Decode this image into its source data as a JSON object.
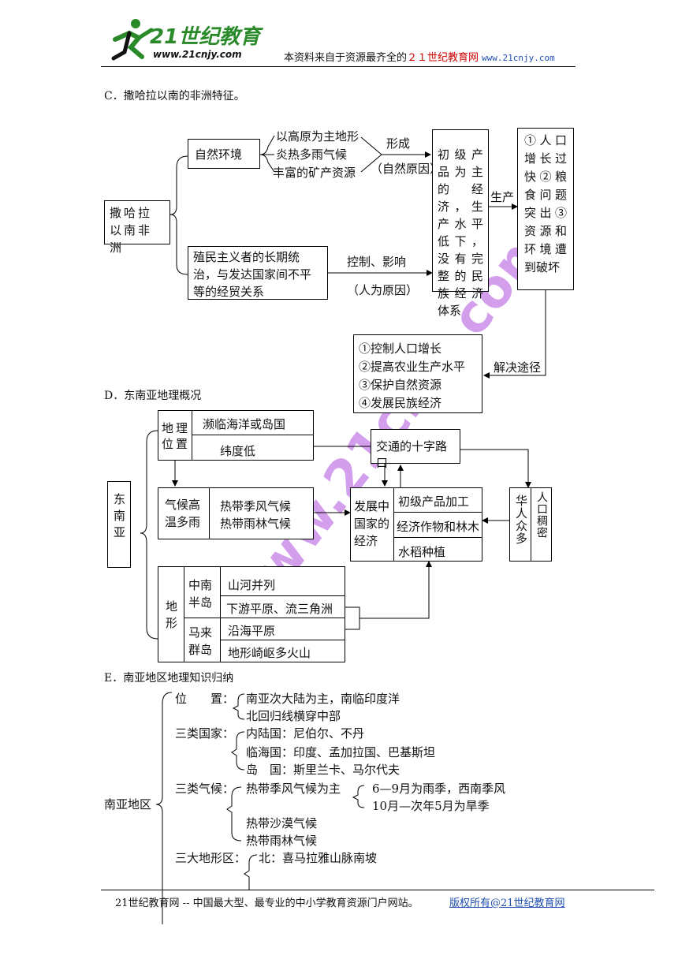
{
  "header": {
    "logo_text": "21世纪教育",
    "logo_url_text": "www.21cnjy.com",
    "note_prefix": "本资料来自于资源最齐全的",
    "note_brand": "２１世纪教育网",
    "note_url": "www.21cnjy.com"
  },
  "watermark": "www.21cnjy.com",
  "sectionC": {
    "title": "C．撒哈拉以南的非洲特征。",
    "root": "撒哈拉以南非洲",
    "natural_env": "自然环境",
    "nat_items": [
      "以高原为主地形",
      "炎热多雨气候",
      "丰富的矿产资源"
    ],
    "form_label": "形成",
    "natural_cause": "（自然原因）",
    "colonial": "殖民主义者的长期统治，与发达国家间不平等的经贸关系",
    "control_label": "控制、影响",
    "human_cause": "（人为原因）",
    "economy": "初级产品为主的经济，生产水平低下，没有完整的民族经济体系",
    "produce_label": "生产",
    "problems": "①人口增长过快②粮食问题突出③资源和环境遭到破坏",
    "solve_label": "解决途径",
    "solutions": [
      "①控制人口增长",
      "②提高农业生产水平",
      "③保护自然资源",
      "④发展民族经济"
    ]
  },
  "sectionD": {
    "title": "D．东南亚地理概况",
    "root": "东南亚",
    "geo_pos_label": "地理位置",
    "geo_pos_items": [
      "濒临海洋或岛国",
      "纬度低"
    ],
    "crossroads": "交通的十字路口",
    "climate_label": "气候高温多雨",
    "climate_items": [
      "热带季风气候",
      "热带雨林气候"
    ],
    "dev_label": "发展中国家的经济",
    "econ_items": [
      "初级产品加工",
      "经济作物和林木",
      "水稻种植"
    ],
    "chinese_label": "华人众多",
    "population_label": "人口稠密",
    "terrain_label": "地形",
    "indochina_label": "中南半岛",
    "indochina_items": [
      "山河并列",
      "下游平原、流三角洲"
    ],
    "malay_label": "马来群岛",
    "malay_items": [
      "沿海平原",
      "地形崎岖多火山"
    ]
  },
  "sectionE": {
    "title": "E．南亚地区地理知识归纳",
    "root": "南亚地区",
    "position_label": "位　　置：",
    "position_items": [
      "南亚次大陆为主，南临印度洋",
      "北回归线横穿中部"
    ],
    "countries_label": "三类国家：",
    "countries_items": [
      "内陆国：尼伯尔、不丹",
      "临海国：印度、孟加拉国、巴基斯坦",
      "岛　国：斯里兰卡、马尔代夫"
    ],
    "climate_label": "三类气候：",
    "climate_main": "热带季风气候为主",
    "monsoon_items": [
      "6—9月为雨季，西南季风",
      "10月—次年5月为旱季"
    ],
    "climate_others": [
      "热带沙漠气候",
      "热带雨林气候"
    ],
    "terrain_label": "三大地形区：",
    "terrain_items": [
      "北：喜马拉雅山脉南坡"
    ]
  },
  "footer": {
    "left": "21世纪教育网 -- 中国最大型、最专业的中小学教育资源门户网站。",
    "right": "版权所有@21世纪教育网"
  },
  "colors": {
    "brand_red": "#d00000",
    "url_blue": "#2050b0",
    "logo_green": "#2a8a2a",
    "watermark": "#b050dc"
  }
}
